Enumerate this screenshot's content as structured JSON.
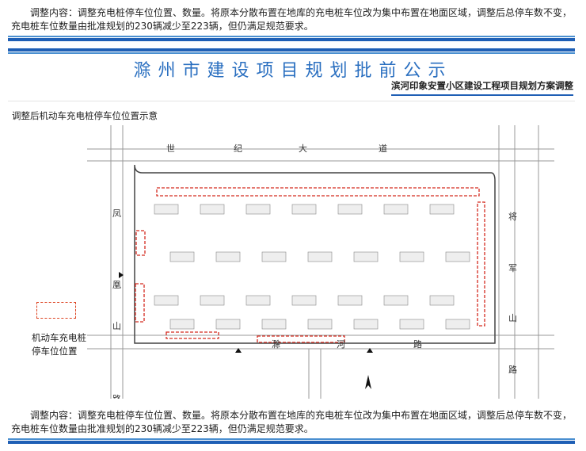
{
  "top_paragraph": "调整内容：调整充电桩停车位位置、数量。将原本分散布置在地库的充电桩车位改为集中布置在地面区域，调整后总停车数不变，充电桩车位数量由批准规划的230辆减少至223辆，但仍满足规范要求。",
  "title": "滁州市建设项目规划批前公示",
  "subtitle": "滨河印象安置小区建设工程项目规划方案调整",
  "caption": "调整后机动车充电桩停车位位置示意",
  "map": {
    "roads": {
      "north": [
        "世",
        "纪",
        "大",
        "道"
      ],
      "west": [
        "凤",
        "凰",
        "山",
        "路"
      ],
      "east": [
        "将",
        "军",
        "山",
        "路"
      ],
      "south": [
        "滁",
        "河",
        "路"
      ]
    },
    "legend_label": "机动车充电桩停车位位置",
    "highlight_color": "#d42a1f"
  },
  "bottom_paragraph": "调整内容：调整充电桩停车位位置、数量。将原本分散布置在地库的充电桩车位改为集中布置在地面区域，调整后总停车数不变，充电桩车位数量由批准规划的230辆减少至223辆，但仍满足规范要求。"
}
